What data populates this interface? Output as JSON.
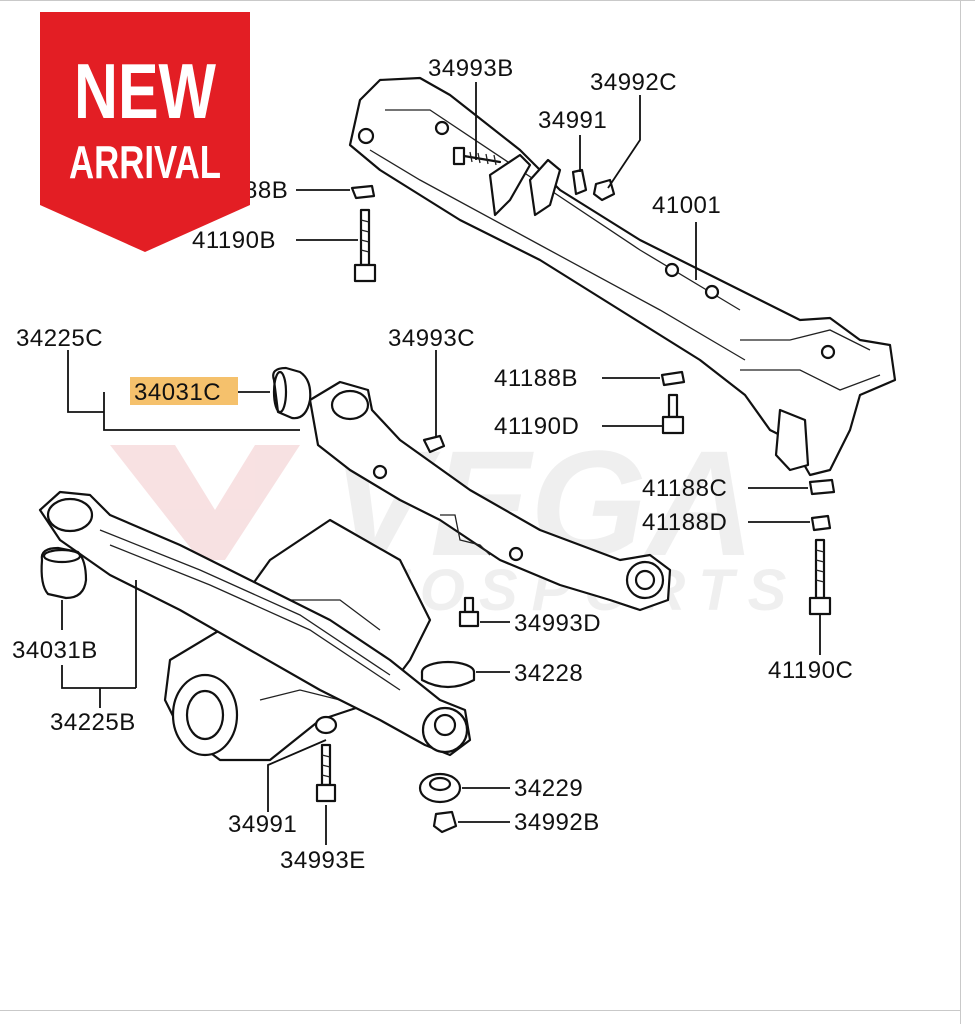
{
  "badge": {
    "line1": "NEW",
    "line2": "ARRIVAL",
    "color": "#e31e24"
  },
  "watermark": {
    "brand": "VEGA",
    "sub": "MOTOSPORTS",
    "color": "#d9d9d9",
    "accent": "#f2c9cb"
  },
  "highlight_color": "#f5c16c",
  "labels": {
    "p34993B": "34993B",
    "p34992C": "34992C",
    "p34991_top": "34991",
    "p41188B_top": "88B",
    "p41190B": "41190B",
    "p41001": "41001",
    "p34225C": "34225C",
    "p34031C": "34031C",
    "p34993C": "34993C",
    "p41188B": "41188B",
    "p41190D": "41190D",
    "p41188C": "41188C",
    "p41188D": "41188D",
    "p34993D": "34993D",
    "p34031B": "34031B",
    "p34228": "34228",
    "p41190C": "41190C",
    "p34225B": "34225B",
    "p34229": "34229",
    "p34991": "34991",
    "p34992B": "34992B",
    "p34993E": "34993E"
  }
}
